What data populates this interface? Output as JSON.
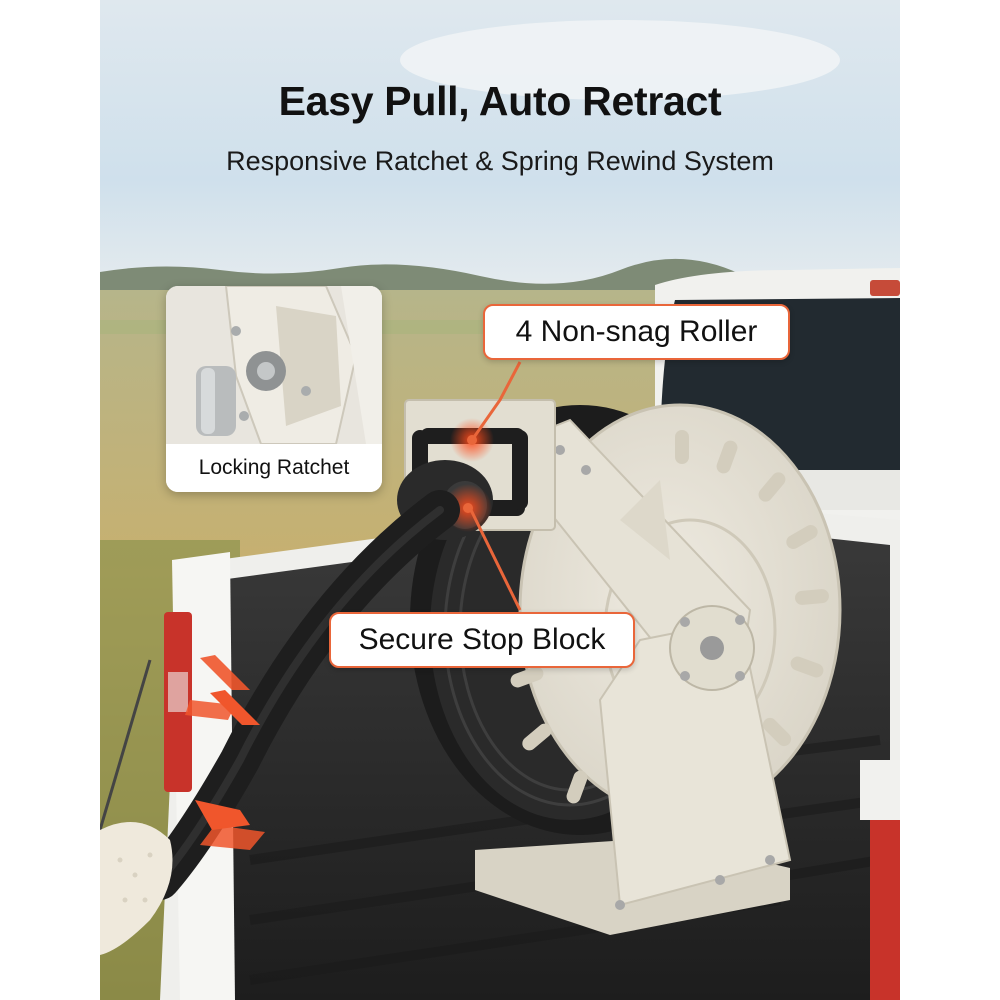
{
  "headline": "Easy Pull, Auto Retract",
  "subheadline": "Responsive Ratchet & Spring Rewind System",
  "callouts": {
    "roller": "4 Non-snag Roller",
    "stop_block": "Secure Stop Block"
  },
  "inset": {
    "label": "Locking Ratchet"
  },
  "colors": {
    "accent": "#e9663a",
    "reel_body": "#e6e2d6",
    "hose": "#1e1e1e",
    "truck_bed_liner": "#2b2b2b"
  }
}
